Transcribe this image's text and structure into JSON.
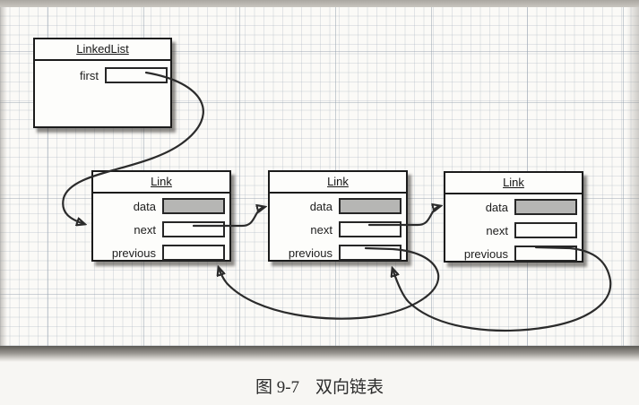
{
  "caption": {
    "number": "图 9-7",
    "title": "双向链表"
  },
  "diagram": {
    "linkedlist_class": {
      "title": "LinkedList",
      "fields": [
        {
          "label": "first",
          "filled": false
        }
      ]
    },
    "link_classes": [
      {
        "title": "Link",
        "fields": [
          {
            "label": "data",
            "filled": true
          },
          {
            "label": "next",
            "filled": false
          },
          {
            "label": "previous",
            "filled": false
          }
        ]
      },
      {
        "title": "Link",
        "fields": [
          {
            "label": "data",
            "filled": true
          },
          {
            "label": "next",
            "filled": false
          },
          {
            "label": "previous",
            "filled": false
          }
        ]
      },
      {
        "title": "Link",
        "fields": [
          {
            "label": "data",
            "filled": true
          },
          {
            "label": "next",
            "filled": false
          },
          {
            "label": "previous",
            "filled": false
          }
        ]
      }
    ],
    "arrows": [
      {
        "name": "first-to-link1",
        "from": "LinkedList.first",
        "to": "Link 1"
      },
      {
        "name": "link1-next-to-link2",
        "from": "Link 1.next",
        "to": "Link 2"
      },
      {
        "name": "link2-next-to-link3",
        "from": "Link 2.next",
        "to": "Link 3"
      },
      {
        "name": "link2-previous-to-link1",
        "from": "Link 2.previous",
        "to": "Link 1"
      },
      {
        "name": "link3-previous-to-link2",
        "from": "Link 3.previous",
        "to": "Link 2"
      }
    ]
  },
  "colors": {
    "box_border": "#1b1b1b",
    "box_fill": "#fdfdfb",
    "data_fill": "#b6b6b4",
    "arrow": "#2b2b2b"
  }
}
